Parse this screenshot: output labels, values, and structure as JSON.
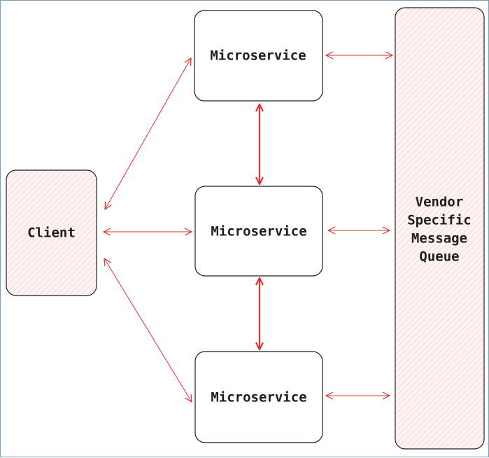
{
  "diagram": {
    "client": {
      "label": "Client"
    },
    "microservices": [
      {
        "label": "Microservice"
      },
      {
        "label": "Microservice"
      },
      {
        "label": "Microservice"
      }
    ],
    "queue": {
      "lines": [
        "Vendor",
        "Specific",
        "Message",
        "Queue"
      ]
    }
  },
  "colors": {
    "arrow": "#e03131",
    "stroke": "#1e1e1e",
    "hatch": "#ffc9c9",
    "hatch_bg": "#fff5f5"
  }
}
